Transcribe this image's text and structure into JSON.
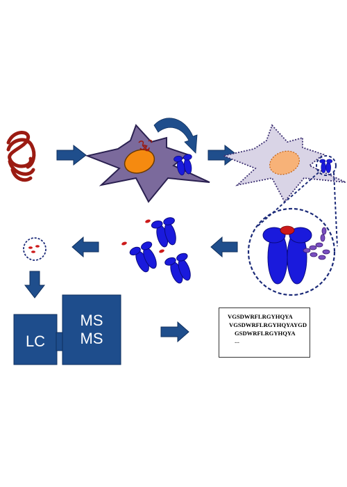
{
  "instrument": {
    "lc_label": "LC",
    "ms_line1": "MS",
    "ms_line2": "MS"
  },
  "sequences": {
    "line1": "VGSDWRFLRGYHQYA",
    "line2": "VGSDWRFLRGYHQYAYGD",
    "line3": "GSDWRFLRGYHQYA",
    "ellipsis": "…"
  },
  "colors": {
    "protein": "#9b1b12",
    "arrow": "#1f4e8c",
    "cell": "#7b6a9c",
    "cell_pale": "#d9d4e6",
    "nucleus": "#f58a10",
    "nucleus_pale": "#f7b278",
    "mhc": "#1a1adc",
    "peptide": "#cc1a1a",
    "receptor": "#7a4fc0",
    "instrument": "#1e4d8c",
    "dashed": "#1b2a78"
  }
}
